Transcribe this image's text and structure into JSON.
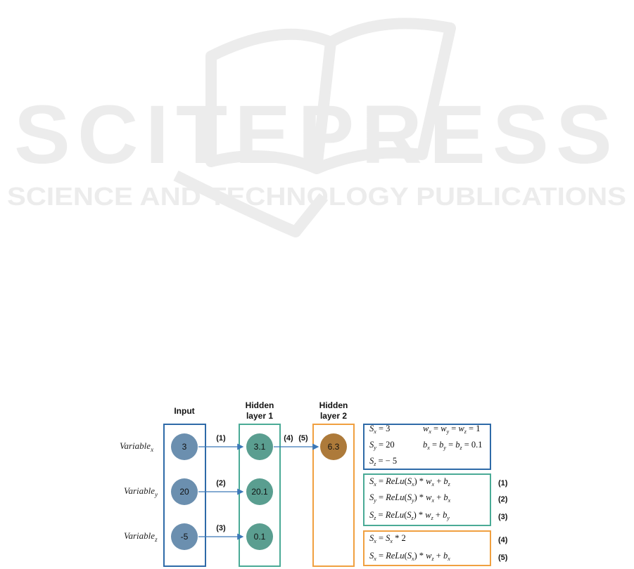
{
  "watermark": {
    "main_text": "SCITEPRESS",
    "sub_text": "SCIENCE AND TECHNOLOGY PUBLICATIONS"
  },
  "headers": {
    "input": "Input",
    "hidden1_line1": "Hidden",
    "hidden1_line2": "layer 1",
    "hidden2_line1": "Hidden",
    "hidden2_line2": "layer 2"
  },
  "variables": [
    {
      "base": "Variable",
      "sub": "x"
    },
    {
      "base": "Variable",
      "sub": "y"
    },
    {
      "base": "Variable",
      "sub": "z"
    }
  ],
  "input_nodes": [
    "3",
    "20",
    "-5"
  ],
  "hidden1_nodes": [
    "3.1",
    "20.1",
    "0.1"
  ],
  "hidden2_nodes": [
    "6.3"
  ],
  "edge_labels": [
    "(1)",
    "(2)",
    "(3)",
    "(4)",
    "(5)"
  ],
  "eq_numbers": [
    "(1)",
    "(2)",
    "(3)",
    "(4)",
    "(5)"
  ],
  "equations": {
    "init": {
      "sx": {
        "sym": "S",
        "sub": "x",
        "rest": " = 3"
      },
      "sy": {
        "sym": "S",
        "sub": "y",
        "rest": " = 20"
      },
      "sz": {
        "sym": "S",
        "sub": "z",
        "rest": " = − 5"
      },
      "w": {
        "a": "w",
        "as": "x",
        "b": "w",
        "bs": "y",
        "c": "w",
        "cs": "z",
        "rest": " = 1"
      },
      "b": {
        "a": "b",
        "as": "x",
        "b": "b",
        "bs": "y",
        "c": "b",
        "cs": "z",
        "rest": " = 0.1"
      }
    },
    "eq1": {
      "lhs": "S",
      "lhs_sub": "x",
      "relu": "ReLu",
      "arg": "S",
      "arg_sub": "x",
      "w": "w",
      "w_sub": "x",
      "b": "b",
      "b_sub": "z"
    },
    "eq2": {
      "lhs": "S",
      "lhs_sub": "y",
      "relu": "ReLu",
      "arg": "S",
      "arg_sub": "y",
      "w": "w",
      "w_sub": "x",
      "b": "b",
      "b_sub": "x"
    },
    "eq3": {
      "lhs": "S",
      "lhs_sub": "z",
      "relu": "ReLu",
      "arg": "S",
      "arg_sub": "z",
      "w": "w",
      "w_sub": "z",
      "b": "b",
      "b_sub": "y"
    },
    "eq4": {
      "lhs": "S",
      "lhs_sub": "x",
      "mid": " = ",
      "arg": "S",
      "arg_sub": "x",
      "rest": " * 2"
    },
    "eq5": {
      "lhs": "S",
      "lhs_sub": "x",
      "relu": "ReLu",
      "arg": "S",
      "arg_sub": "x",
      "w": "w",
      "w_sub": "z",
      "b": "b",
      "b_sub": "x"
    }
  },
  "colors": {
    "input": "#2e6aa8",
    "input_node": "#6b8faf",
    "hidden1": "#4aaa96",
    "hidden1_node": "#5a9e90",
    "hidden2": "#f0a040",
    "hidden2_node": "#ad7a3a",
    "arrow": "#3b78b8",
    "watermark": "#ececec"
  }
}
